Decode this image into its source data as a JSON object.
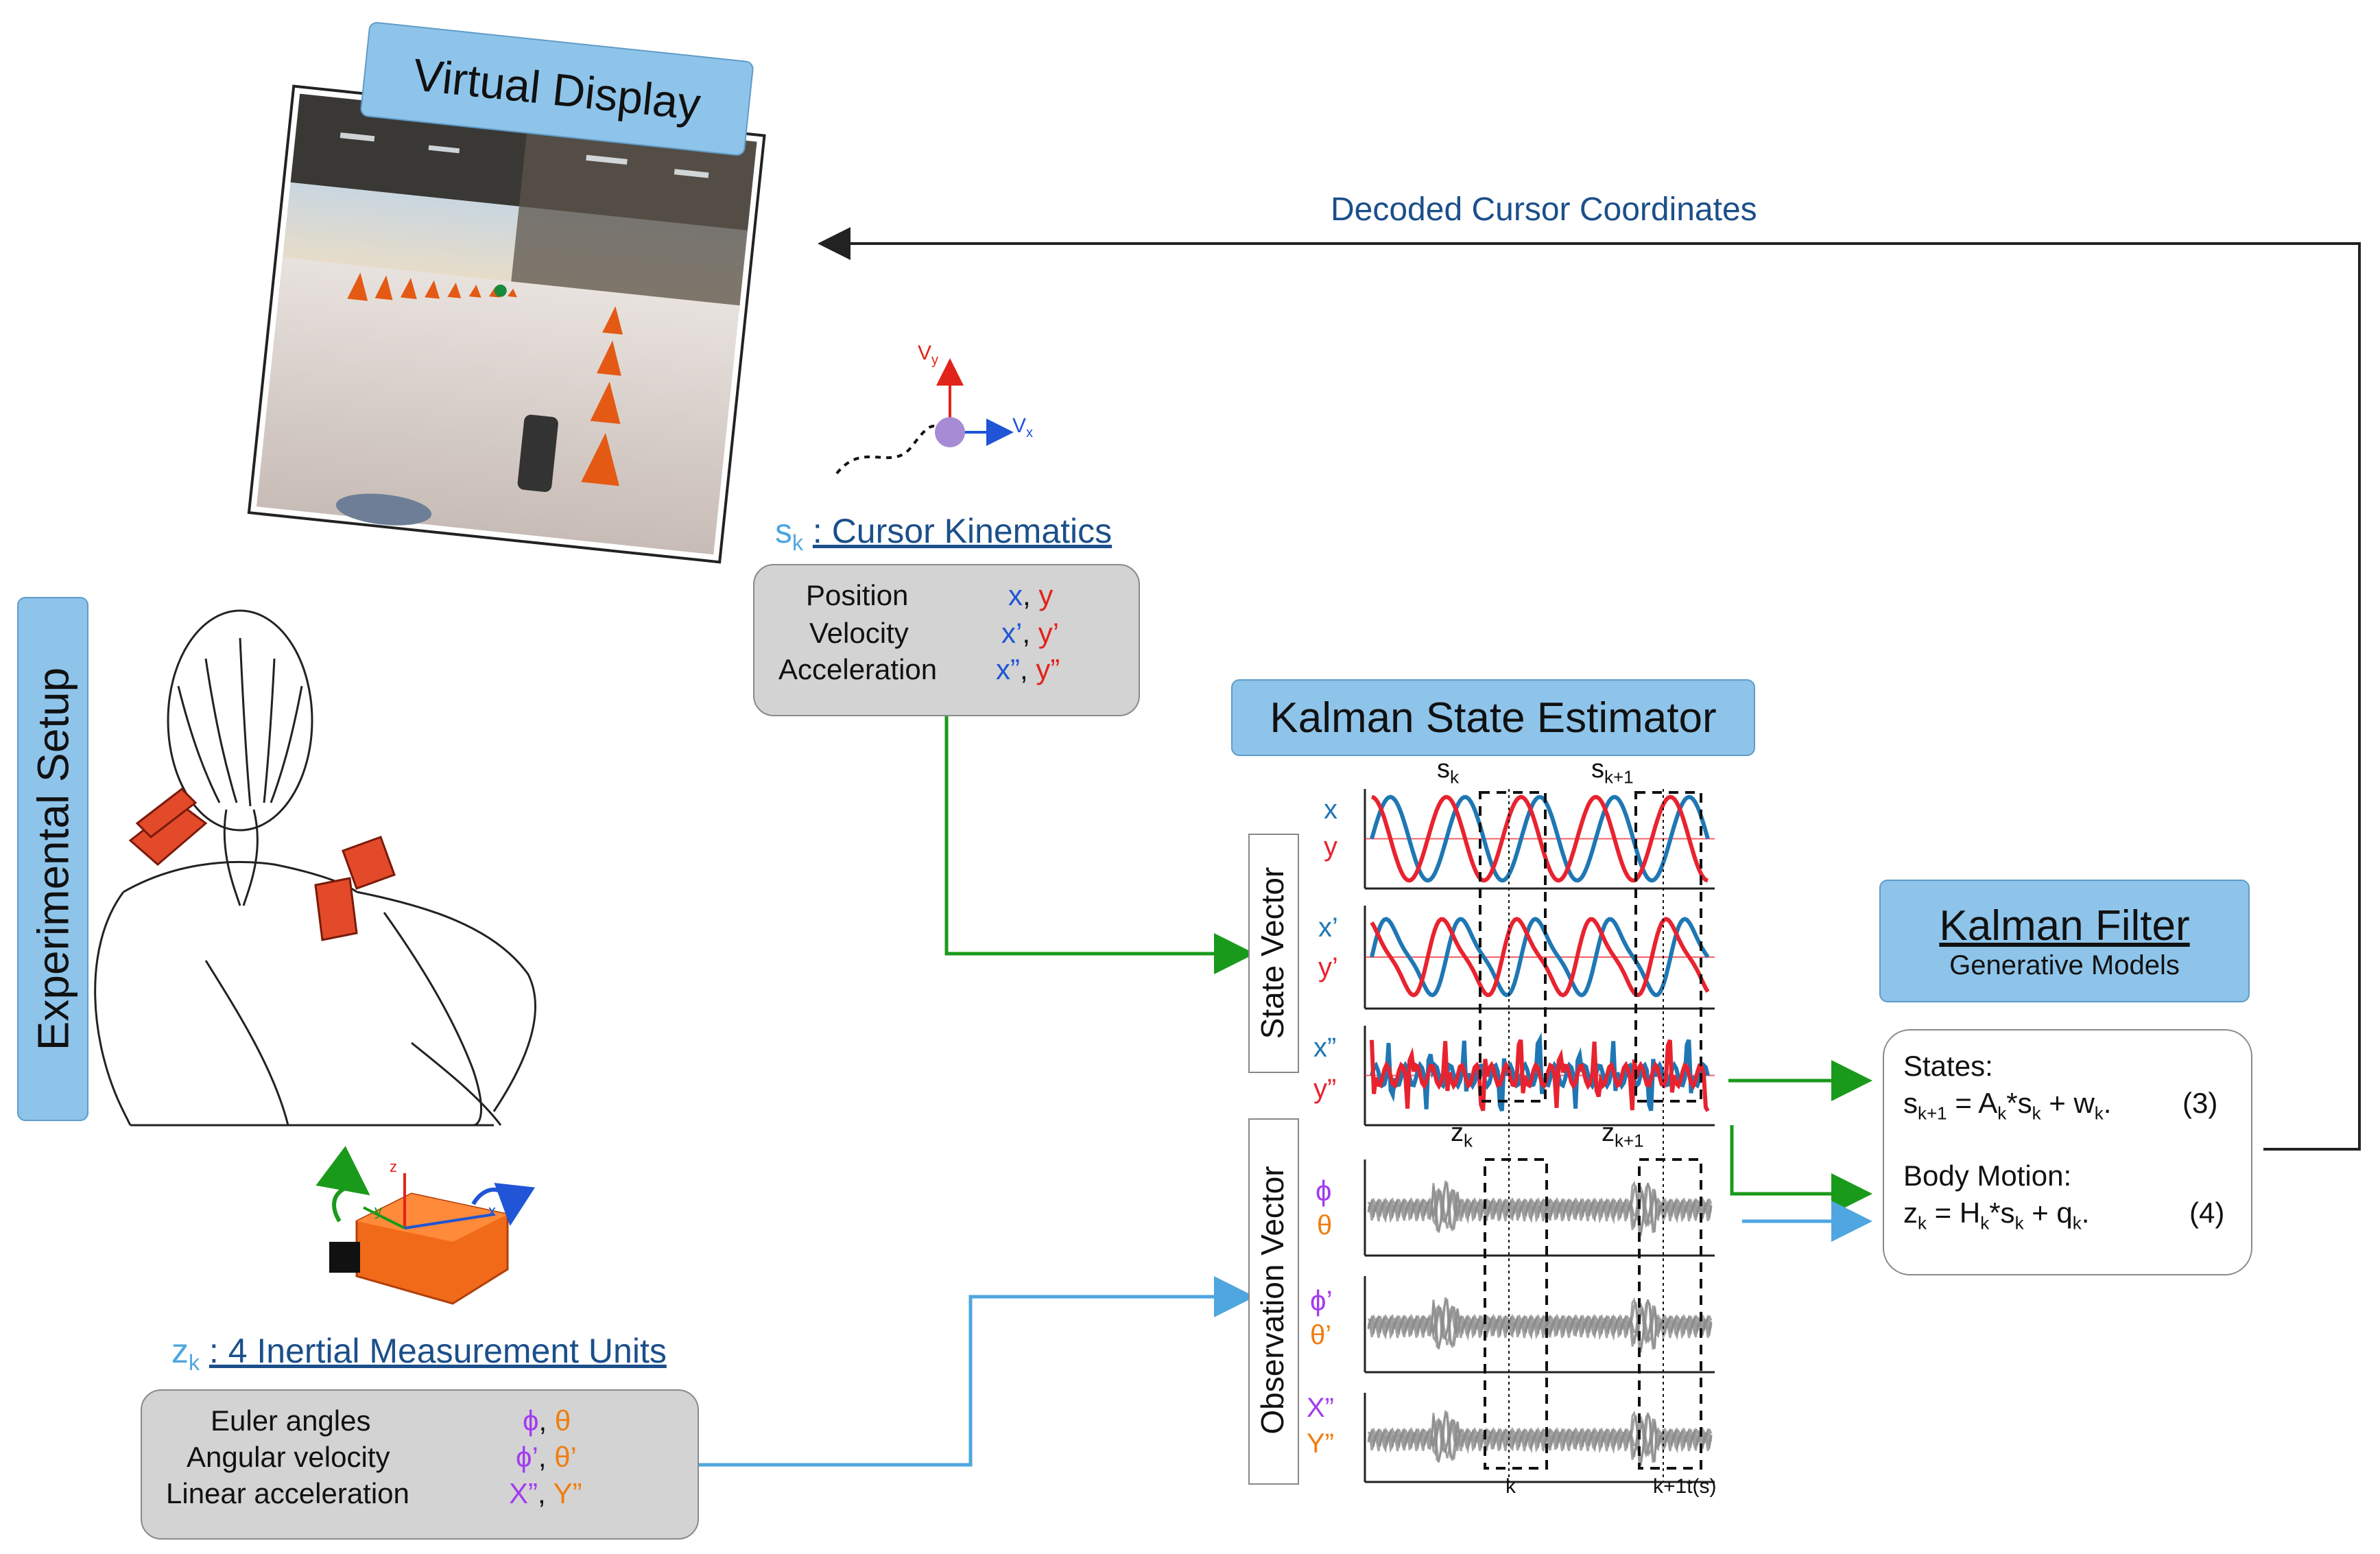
{
  "virtual_display": {
    "title": "Virtual Display"
  },
  "experimental_setup": {
    "title": "Experimental Setup"
  },
  "feedback": {
    "label": "Decoded Cursor Coordinates"
  },
  "cursor": {
    "symbol": "s",
    "subscript": "k",
    "title": ": Cursor Kinematics",
    "vy": "V",
    "vy_sub": "y",
    "vx": "V",
    "vx_sub": "x",
    "rows": [
      {
        "name": "Position",
        "a": "x",
        "b": "y"
      },
      {
        "name": "Velocity",
        "a": "x’",
        "b": "y’"
      },
      {
        "name": "Acceleration",
        "a": "x”",
        "b": "y”"
      }
    ]
  },
  "imu": {
    "symbol": "z",
    "subscript": "k",
    "title": ": 4 Inertial Measurement Units",
    "axis_z": "z",
    "axis_y": "y",
    "axis_x": "x",
    "rows": [
      {
        "name": "Euler angles",
        "a": "ϕ",
        "b": "θ"
      },
      {
        "name": "Angular velocity",
        "a": "ϕ’",
        "b": "θ’"
      },
      {
        "name": "Linear acceleration",
        "a": "X”",
        "b": "Y”"
      }
    ]
  },
  "estimator": {
    "title": "Kalman State Estimator",
    "state_vector": "State Vector",
    "observation_vector": "Observation Vector",
    "s_k": "s",
    "s_k_sub": "k",
    "s_k1": "s",
    "s_k1_sub": "k+1",
    "z_k": "z",
    "z_k_sub": "k",
    "z_k1": "z",
    "z_k1_sub": "k+1",
    "axis_k": "k",
    "axis_k1": "k+1",
    "axis_unit": "t(s)",
    "state_labels": [
      {
        "a": "x",
        "b": "y"
      },
      {
        "a": "x’",
        "b": "y’"
      },
      {
        "a": "x”",
        "b": "y”"
      }
    ],
    "obs_labels": [
      {
        "a": "ϕ",
        "b": "θ"
      },
      {
        "a": "ϕ’",
        "b": "θ’"
      },
      {
        "a": "X”",
        "b": "Y”"
      }
    ]
  },
  "kalman_filter": {
    "title": "Kalman Filter",
    "subtitle": "Generative Models",
    "states_label": "States:",
    "states_eq": "s",
    "states_eq_sub": "k+1",
    "states_eq_rest": " = A",
    "states_eq_A_sub": "k",
    "states_eq_tail": "*s",
    "states_eq_s_sub": "k",
    "states_eq_plus": " + w",
    "states_eq_w_sub": "k",
    "states_eq_end": ".",
    "states_num": "(3)",
    "body_label": "Body Motion:",
    "body_eq": "z",
    "body_eq_sub": "k",
    "body_eq_rest": " = H",
    "body_eq_H_sub": "k",
    "body_eq_tail": "*s",
    "body_eq_s_sub": "k",
    "body_eq_plus": " + q",
    "body_eq_q_sub": "k",
    "body_eq_end": ".",
    "body_num": "(4)"
  },
  "colors": {
    "accent_box": "#8ec4ea",
    "green_arrow": "#1a9a1a",
    "blue_arrow": "#4fa6e0",
    "dark_arrow": "#222222",
    "x_trace": "#1f77b4",
    "y_trace": "#e8232f",
    "obs_trace": "#8c8c8c"
  }
}
